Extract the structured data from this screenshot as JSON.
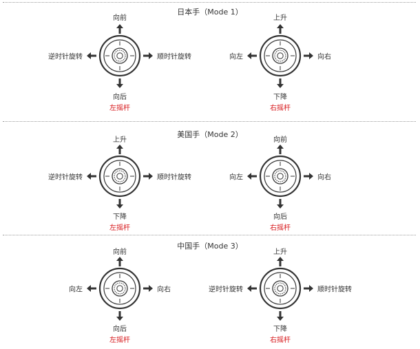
{
  "colors": {
    "stick_label": "#d7191c",
    "line": "#333333"
  },
  "modes": [
    {
      "title": "日本手（Mode 1）",
      "left": {
        "up": "向前",
        "down": "向后",
        "left": "逆时针旋转",
        "right": "顺时针旋转",
        "name": "左摇杆"
      },
      "right": {
        "up": "上升",
        "down": "下降",
        "left": "向左",
        "right": "向右",
        "name": "右摇杆"
      }
    },
    {
      "title": "美国手（Mode 2）",
      "left": {
        "up": "上升",
        "down": "下降",
        "left": "逆时针旋转",
        "right": "顺时针旋转",
        "name": "左摇杆"
      },
      "right": {
        "up": "向前",
        "down": "向后",
        "left": "向左",
        "right": "向右",
        "name": "右摇杆"
      }
    },
    {
      "title": "中国手（Mode 3）",
      "left": {
        "up": "向前",
        "down": "向后",
        "left": "向左",
        "right": "向右",
        "name": "左摇杆"
      },
      "right": {
        "up": "上升",
        "down": "下降",
        "left": "逆时针旋转",
        "right": "顺时针旋转",
        "name": "右摇杆"
      }
    }
  ]
}
